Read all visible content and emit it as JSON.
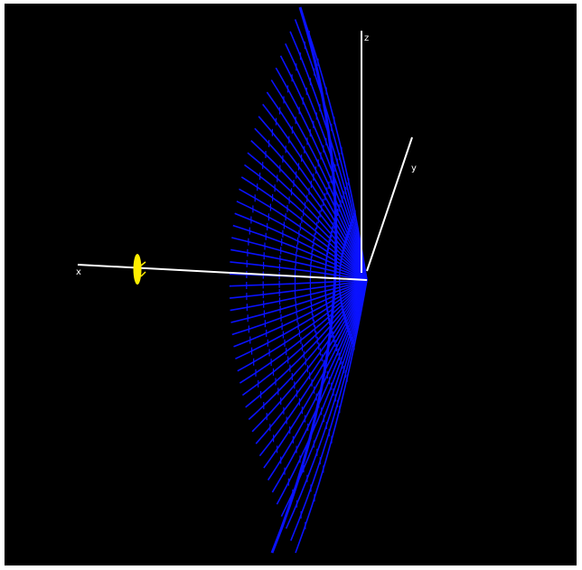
{
  "scene": {
    "axes": {
      "x_label": "x",
      "y_label": "y",
      "z_label": "z"
    },
    "colors": {
      "background": "#000000",
      "frame": "#ffffff",
      "axis": "#ffffff",
      "axis_label": "#ffffff",
      "ribs": "#0a12ff",
      "marker": "#ffee00"
    }
  }
}
